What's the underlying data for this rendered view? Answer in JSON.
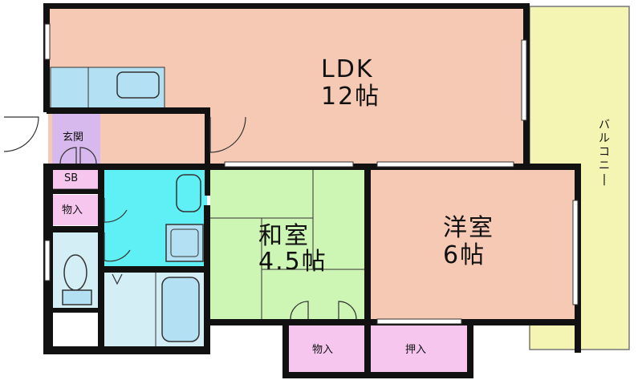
{
  "rooms": {
    "ldk": {
      "name": "LDK",
      "size": "12帖"
    },
    "washitsu": {
      "name": "和室",
      "size": "4.5帖"
    },
    "youshitsu": {
      "name": "洋室",
      "size": "6帖"
    },
    "genkan": "玄関",
    "sb": "SB",
    "storage_left": "物入",
    "storage_bottom": "物入",
    "oshiire": "押入",
    "balcony": "バルコニー"
  },
  "colors": {
    "ldk": "#f6c9b5",
    "washitsu": "#cdf5b4",
    "youshitsu": "#f6c9b5",
    "storage": "#f6c6ef",
    "genkan": "#d7b9ee",
    "bath": "#d4eef6",
    "washroom": "#5ef0f5",
    "kitchen": "#b3e0f2",
    "balcony": "#f5f5b3",
    "wall": "#111111"
  }
}
